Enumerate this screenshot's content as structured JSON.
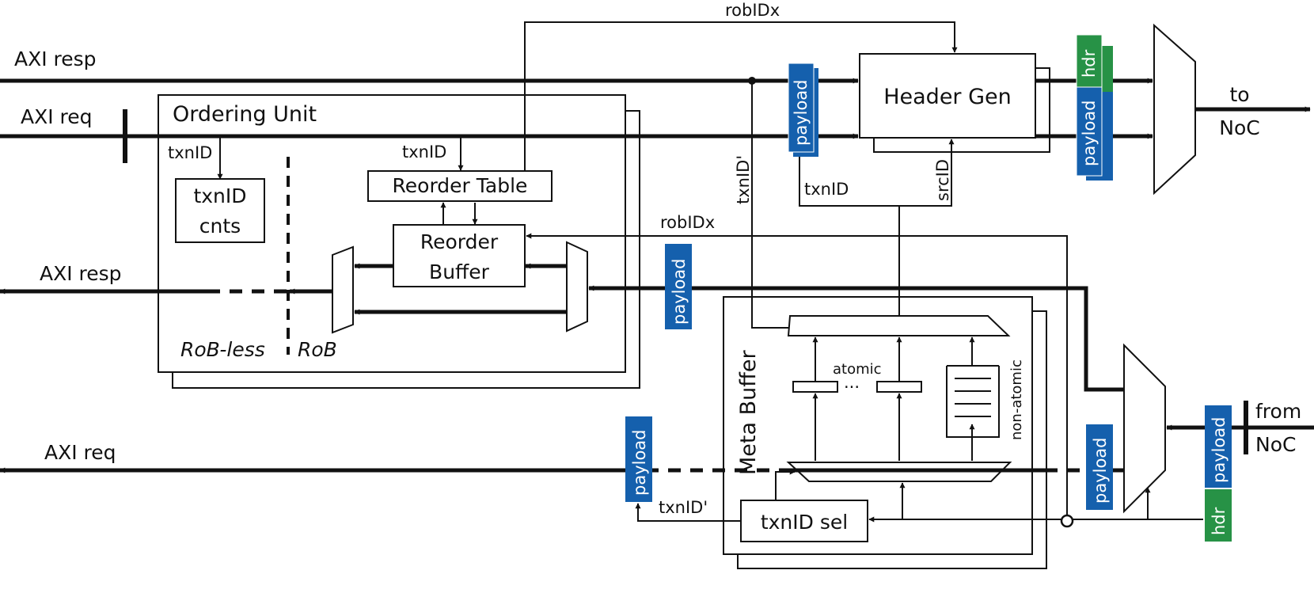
{
  "colors": {
    "payload": "#1560ad",
    "hdr": "#279246",
    "line": "#111111"
  },
  "labels": {
    "axi_resp_top": "AXI resp",
    "axi_req_top": "AXI req",
    "axi_resp_mid": "AXI resp",
    "axi_req_bottom": "AXI req",
    "ordering_unit": "Ordering Unit",
    "txnid_left": "txnID",
    "txnid_cnts_1": "txnID",
    "txnid_cnts_2": "cnts",
    "txnid_rt": "txnID",
    "reorder_table": "Reorder Table",
    "reorder_buffer_1": "Reorder",
    "reorder_buffer_2": "Buffer",
    "rob_less": "RoB-less",
    "rob": "RoB",
    "robidx_top": "robIDx",
    "robidx_mid": "robIDx",
    "header_gen": "Header Gen",
    "txnid_prime_vert": "txnID'",
    "txnid_hg": "txnID",
    "srcid": "srcID",
    "to_noc_1": "to",
    "to_noc_2": "NoC",
    "from_noc_1": "from",
    "from_noc_2": "NoC",
    "meta_buffer": "Meta Buffer",
    "atomic": "atomic",
    "ellipsis": "···",
    "non_atomic": "non-atomic",
    "txnid_sel": "txnID sel",
    "txnid_prime_bottom": "txnID'"
  },
  "tags": {
    "payload": "payload",
    "hdr": "hdr"
  }
}
